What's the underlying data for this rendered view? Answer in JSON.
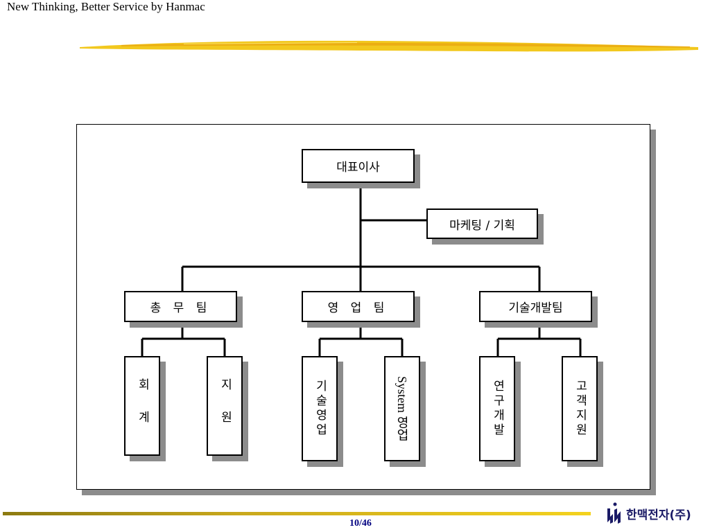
{
  "header": {
    "slogan": "New Thinking, Better Service by Hanmac"
  },
  "org_chart": {
    "ceo": "대표이사",
    "staff": "마케팅 / 기획",
    "teams": [
      {
        "label": "총 무 팀",
        "units": [
          {
            "label": "회계"
          },
          {
            "label": "지원"
          }
        ]
      },
      {
        "label": "영 업 팀",
        "units": [
          {
            "label": "기술영업"
          },
          {
            "label": "System 영업"
          }
        ]
      },
      {
        "label": "기술개발팀",
        "units": [
          {
            "label": "연구개발"
          },
          {
            "label": "고객지원"
          }
        ]
      }
    ]
  },
  "footer": {
    "page": "10/46",
    "logo_text": "한맥전자(주)"
  },
  "colors": {
    "brush": "#f2c81e",
    "box_shadow": "#8c8c8c",
    "page_number": "#000080",
    "logo": "#1a1a66"
  }
}
